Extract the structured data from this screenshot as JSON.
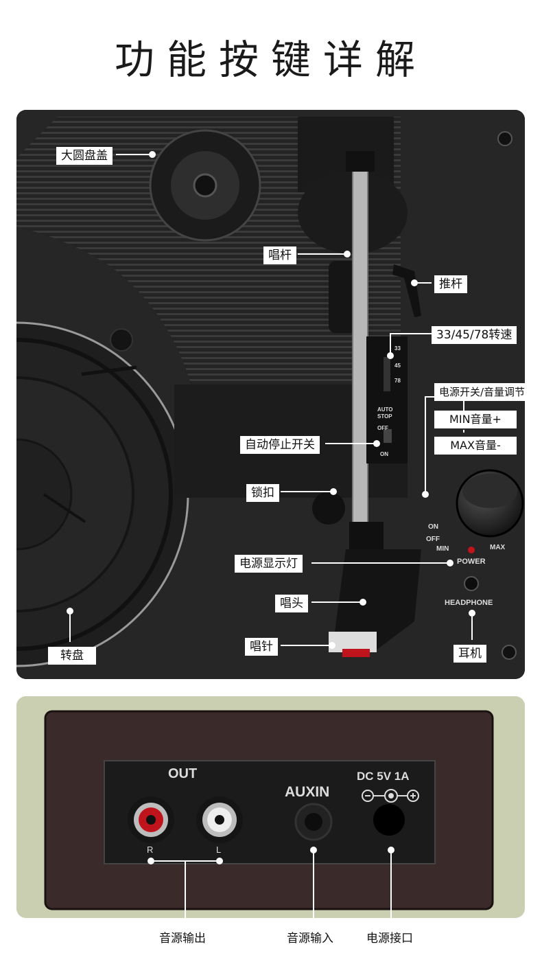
{
  "page": {
    "title": "功能按键详解"
  },
  "turntable": {
    "labels": {
      "cover": "大圆盘盖",
      "tonearm": "唱杆",
      "lever": "推杆",
      "speed": "33/45/78转速",
      "power_volume": "电源开关/音量调节",
      "min_vol": "MIN音量+",
      "max_vol": "MAX音量-",
      "autostop_switch": "自动停止开关",
      "lock": "锁扣",
      "power_light": "电源显示灯",
      "cartridge": "唱头",
      "stylus": "唱针",
      "platter": "转盘",
      "headphone_label": "耳机"
    },
    "printed": {
      "speed_33": "33",
      "speed_45": "45",
      "speed_78": "78",
      "auto": "AUTO",
      "stop": "STOP",
      "off": "OFF",
      "on": "ON",
      "knob_on": "ON",
      "knob_off": "OFF",
      "min": "MIN",
      "max": "MAX",
      "power": "POWER",
      "headphone": "HEADPHONE"
    }
  },
  "back_panel": {
    "printed": {
      "out": "OUT",
      "r": "R",
      "l": "L",
      "auxin": "AUXIN",
      "dc": "DC 5V 1A"
    },
    "labels": {
      "audio_out": "音源输出",
      "audio_in": "音源输入",
      "power_port": "电源接口"
    }
  },
  "colors": {
    "red_jack": "#c0141c",
    "white_jack": "#e8e8e8",
    "panel_green": "#c9cfb0"
  }
}
